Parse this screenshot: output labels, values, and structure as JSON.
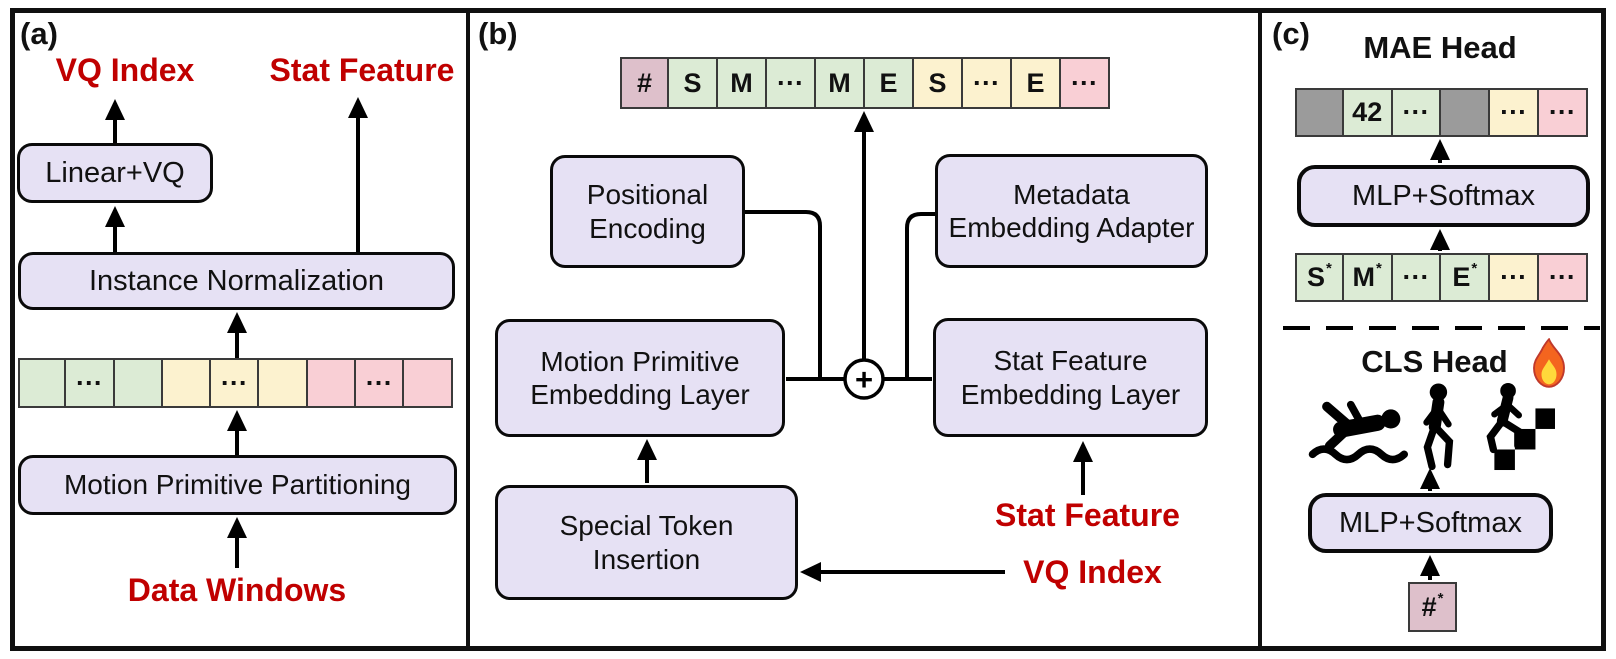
{
  "colors": {
    "red_text": "#C00000",
    "box_fill": "#E6E1F4",
    "token_green": "#DCEBD5",
    "token_yellow": "#FCF2CF",
    "token_pink": "#F9CFD5",
    "token_mauve": "#DEC0CB",
    "token_gray": "#9B9B9B"
  },
  "panel_a": {
    "label": "(a)",
    "output_left": "VQ Index",
    "output_right": "Stat Feature",
    "box_linear_vq": "Linear+VQ",
    "box_instance_norm": "Instance Normalization",
    "box_partitioning": "Motion Primitive Partitioning",
    "input_label": "Data Windows",
    "row": [
      {
        "text": "",
        "color": "green"
      },
      {
        "text": "···",
        "color": "green"
      },
      {
        "text": "",
        "color": "green"
      },
      {
        "text": "",
        "color": "yellow"
      },
      {
        "text": "···",
        "color": "yellow"
      },
      {
        "text": "",
        "color": "yellow"
      },
      {
        "text": "",
        "color": "pink"
      },
      {
        "text": "···",
        "color": "pink"
      },
      {
        "text": "",
        "color": "pink"
      }
    ]
  },
  "panel_b": {
    "label": "(b)",
    "row": [
      {
        "text": "#",
        "color": "mauve"
      },
      {
        "text": "S",
        "color": "green"
      },
      {
        "text": "M",
        "color": "green"
      },
      {
        "text": "···",
        "color": "green"
      },
      {
        "text": "M",
        "color": "green"
      },
      {
        "text": "E",
        "color": "green"
      },
      {
        "text": "S",
        "color": "yellow"
      },
      {
        "text": "···",
        "color": "yellow"
      },
      {
        "text": "E",
        "color": "yellow"
      },
      {
        "text": "···",
        "color": "pink"
      }
    ],
    "box_positional": "Positional Encoding",
    "box_metadata": "Metadata Embedding Adapter",
    "box_motion_embed": "Motion Primitive Embedding Layer",
    "box_stat_embed": "Stat Feature Embedding Layer",
    "box_special_token": "Special Token Insertion",
    "sum_symbol": "+",
    "label_stat_feature": "Stat Feature",
    "label_vq_index": "VQ Index"
  },
  "panel_c": {
    "label": "(c)",
    "mae_title": "MAE Head",
    "mae_row": [
      {
        "text": "",
        "color": "gray"
      },
      {
        "text": "42",
        "color": "green"
      },
      {
        "text": "···",
        "color": "green"
      },
      {
        "text": "",
        "color": "gray"
      },
      {
        "text": "···",
        "color": "yellow"
      },
      {
        "text": "···",
        "color": "pink"
      }
    ],
    "box_mlp_mae": "MLP+Softmax",
    "star_row": [
      {
        "text": "S",
        "sup": "*",
        "color": "green"
      },
      {
        "text": "M",
        "sup": "*",
        "color": "green"
      },
      {
        "text": "···",
        "color": "green"
      },
      {
        "text": "E",
        "sup": "*",
        "color": "green"
      },
      {
        "text": "···",
        "color": "yellow"
      },
      {
        "text": "···",
        "color": "pink"
      }
    ],
    "cls_title": "CLS Head",
    "icons": [
      "flame-icon",
      "falling-person-icon",
      "walking-person-icon",
      "stair-climbing-person-icon"
    ],
    "box_mlp_cls": "MLP+Softmax",
    "cls_token": [
      {
        "text": "#",
        "sup": "*",
        "color": "mauve"
      }
    ]
  }
}
